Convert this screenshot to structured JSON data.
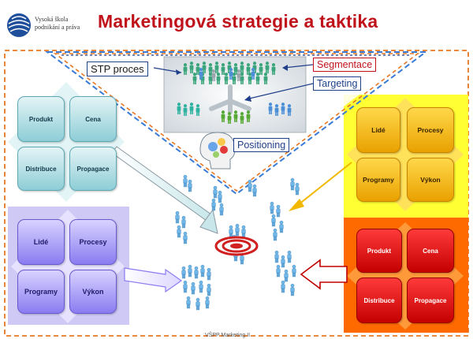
{
  "header": {
    "institution_line1": "Vysoká škola",
    "institution_line2": "podnikání a práva",
    "title": "Marketingová strategie a taktika"
  },
  "stp": {
    "process_label": "STP proces",
    "segmentation_label": "Segmentace",
    "targeting_label": "Targeting",
    "positioning_label": "Positioning"
  },
  "teal_group": {
    "color": "#8ecdd6",
    "tiles": [
      "Produkt",
      "Cena",
      "Distribuce",
      "Propagace"
    ]
  },
  "purple_group": {
    "color": "#8a7cf0",
    "panel_color": "#cfcaf5",
    "tiles": [
      "Lidé",
      "Procesy",
      "Programy",
      "Výkon"
    ]
  },
  "yellow_group": {
    "color": "#ffcc00",
    "panel_color": "#ffff33",
    "tiles": [
      "Lidé",
      "Procesy",
      "Programy",
      "Výkon"
    ]
  },
  "red_group": {
    "color": "#e00000",
    "panel_color": "#ff6a00",
    "tiles": [
      "Produkt",
      "Cena",
      "Distribuce",
      "Propagace"
    ]
  },
  "colors": {
    "title_red": "#c0121b",
    "dashed_orange": "#e87722",
    "dashed_blue": "#3a7bd5",
    "navy": "#1f3f8a"
  },
  "icons": [
    "university-globe-logo",
    "target-icon",
    "human-head-icon",
    "person-group-icon"
  ],
  "footer": {
    "text": "VŠPP Marketing II"
  }
}
